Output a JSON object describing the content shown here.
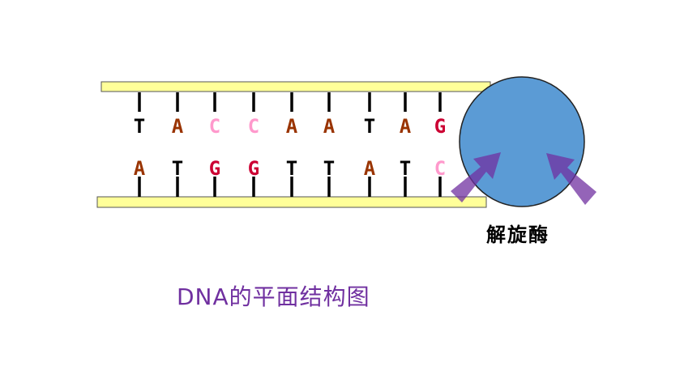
{
  "diagram": {
    "caption": "DNA的平面结构图",
    "enzyme_label": "解旋酶",
    "top_strand": [
      "T",
      "A",
      "C",
      "C",
      "A",
      "A",
      "T",
      "A",
      "G"
    ],
    "bottom_strand": [
      "A",
      "T",
      "G",
      "G",
      "T",
      "T",
      "A",
      "T",
      "C"
    ],
    "colors": {
      "backbone": "#ffff99",
      "enzyme": "#5b9bd5",
      "arrow": "#7030a0",
      "caption": "#7030a0",
      "base_T": "#000000",
      "base_A": "#993300",
      "base_C": "#ff99cc",
      "base_G": "#cc0033"
    }
  }
}
